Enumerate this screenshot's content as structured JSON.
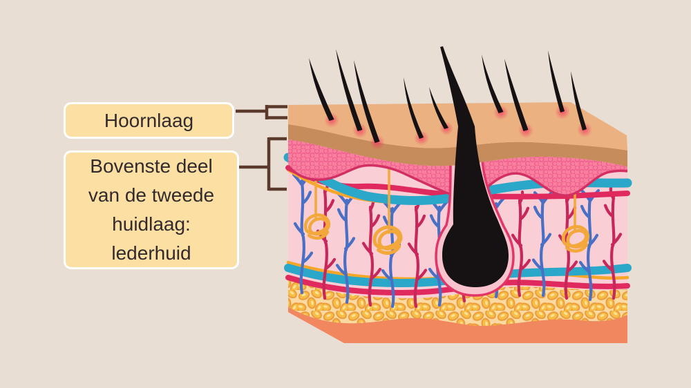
{
  "labels": {
    "label1": {
      "text": "Hoornlaag"
    },
    "label2": {
      "line1": "Bovenste deel",
      "line2": "van de tweede",
      "line3": "huidlaag:",
      "line4": "lederhuid"
    }
  },
  "diagram": {
    "subject": "skin-cross-section",
    "parts": [
      "hair",
      "epidermis",
      "horny-layer",
      "dermis",
      "vein",
      "artery",
      "nerve",
      "sweat-gland",
      "hair-follicle",
      "subcutaneous-fat",
      "muscle-layer"
    ]
  },
  "colors": {
    "background": "#E8DED4",
    "label_fill": "#FBDFA3",
    "label_border": "#FFFFFF",
    "label_text": "#322A2D",
    "connector": "#5C3A2B",
    "epidermis_tan": "#ECB180",
    "epidermis_dark_tan": "#C68C5B",
    "horny_pink": "#F8809D",
    "horny_ring": "#EF5F90",
    "horny_outline": "#D23063",
    "papillary_pink": "#F9CED5",
    "band_teal": "#2BA7C9",
    "band_crimson": "#E02A5E",
    "nerve_orange": "#F7A629",
    "vein_blue": "#4A70C6",
    "artery_crimson": "#C7275A",
    "gland_yellow": "#F2A83B",
    "fat_cream": "#FBD9A0",
    "fat_blob": "#F7BE47",
    "fat_blob_outline": "#EC9C3C",
    "fat_blob_highlight": "#FCE298",
    "muscle_salmon": "#F0875F",
    "hair_black": "#161113",
    "follicle_sheath": "#F9C3CD",
    "sheath_outline": "#E23568",
    "hair_glow": "#F23B5F"
  }
}
